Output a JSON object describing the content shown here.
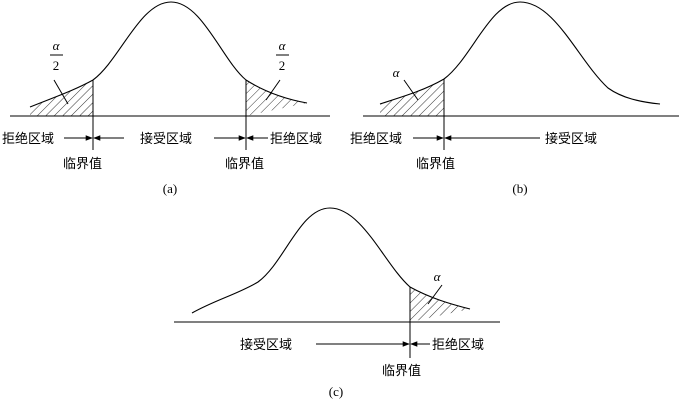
{
  "labels": {
    "reject_region": "拒绝区域",
    "accept_region": "接受区域",
    "critical_value": "临界值",
    "alpha": "α",
    "alpha_half_numerator": "α",
    "alpha_half_denominator": "2"
  },
  "panels": {
    "a": {
      "caption": "(a)"
    },
    "b": {
      "caption": "(b)"
    },
    "c": {
      "caption": "(c)"
    }
  },
  "colors": {
    "ink": "#000000",
    "background": "#ffffff"
  }
}
